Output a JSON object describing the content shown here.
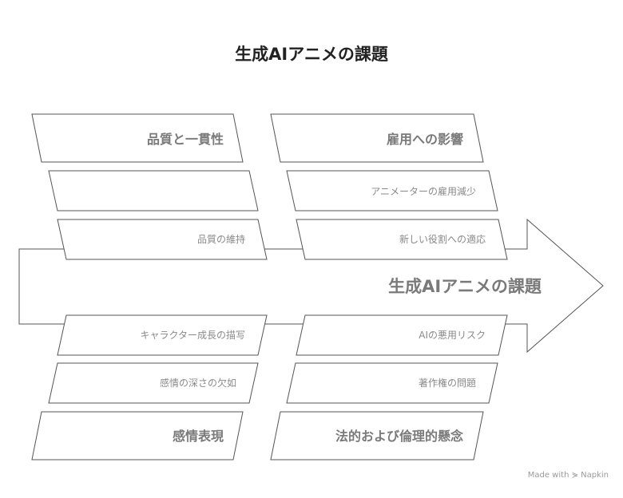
{
  "title": "生成AIアニメの課題",
  "central_label": "生成AIアニメの課題",
  "footer": "Made with ⋟ Napkin",
  "top_left": {
    "category": "品質と一貫性",
    "causes": [
      "",
      "品質の維持"
    ]
  },
  "top_right": {
    "category": "雇用への影響",
    "causes": [
      "アニメーターの雇用減少",
      "新しい役割への適応"
    ]
  },
  "bottom_left": {
    "category": "感情表現",
    "causes": [
      "キャラクター成長の描写",
      "感情の深さの欠如"
    ]
  },
  "bottom_right": {
    "category": "法的および倫理的懸念",
    "causes": [
      "AIの悪用リスク",
      "著作権の問題"
    ]
  }
}
